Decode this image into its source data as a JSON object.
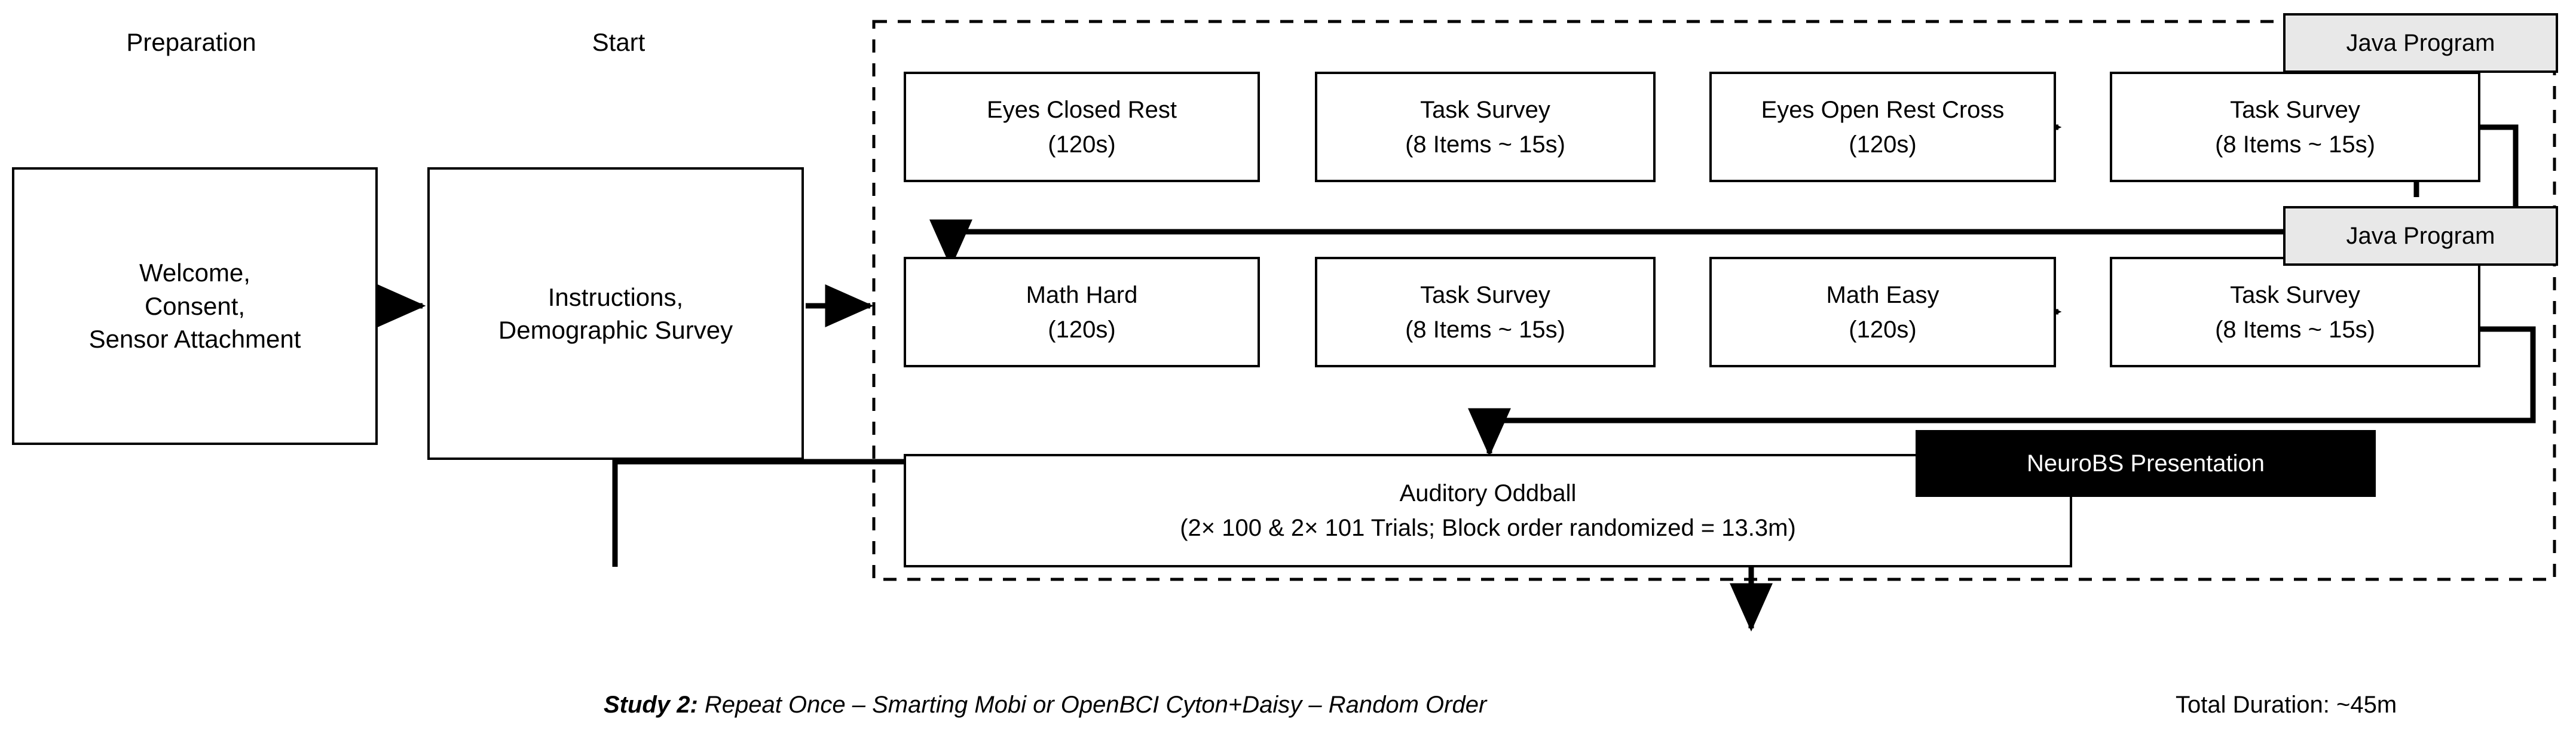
{
  "diagram": {
    "title": "Study 2 experimental protocol flowchart",
    "phases": [
      {
        "label": "Preparation",
        "body_lines": [
          "Welcome,",
          "Consent,",
          "Sensor Attachment"
        ]
      },
      {
        "label": "Start",
        "body_lines": [
          "Instructions,",
          "Demographic Survey"
        ]
      }
    ],
    "block_rows": [
      {
        "row_name": "rest-row",
        "tasks": [
          {
            "line1": "Eyes Closed Rest",
            "line2": "(120s)"
          },
          {
            "line1": "Task Survey",
            "line2": "(8 Items ~ 15s)"
          },
          {
            "line1": "Eyes Open Rest Cross",
            "line2": "(120s)"
          },
          {
            "line1": "Task Survey",
            "line2": "(8 Items ~ 15s)"
          }
        ]
      },
      {
        "row_name": "math-row",
        "tasks": [
          {
            "line1": "Math Hard",
            "line2": "(120s)"
          },
          {
            "line1": "Task Survey",
            "line2": "(8 Items ~ 15s)"
          },
          {
            "line1": "Math Easy",
            "line2": "(120s)"
          },
          {
            "line1": "Task Survey",
            "line2": "(8 Items ~ 15s)"
          }
        ]
      },
      {
        "row_name": "oddball-row",
        "tasks": [
          {
            "line1": "Auditory Oddball",
            "line2": "(2× 100 & 2× 101 Trials; Block order randomized = 13.3m)"
          }
        ]
      }
    ],
    "annotations": [
      {
        "name": "java-program-top",
        "label": "Java Program",
        "style": "grey"
      },
      {
        "name": "java-program-middle",
        "label": "Java Program",
        "style": "grey"
      },
      {
        "name": "neurobs-presentation",
        "label": "NeuroBS Presentation",
        "style": "dark"
      }
    ],
    "footer": {
      "study_prefix": "Study 2:",
      "study_text": " Repeat Once – Smarting Mobi or OpenBCI Cyton+Daisy – Random Order",
      "total_duration": "Total Duration: ~45m"
    },
    "colors": {
      "stroke": "#000000",
      "background": "#ffffff",
      "annotation_grey": "#e8e8e8",
      "annotation_dark": "#000000"
    }
  }
}
